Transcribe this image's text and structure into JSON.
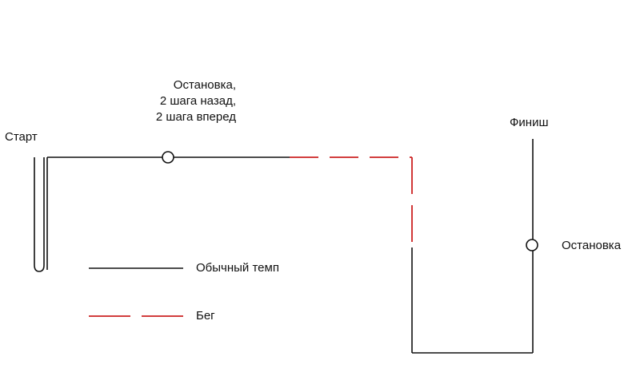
{
  "labels": {
    "start": "Старт",
    "finish": "Финиш",
    "stop_top_line1": "Остановка,",
    "stop_top_line2": "2 шага назад,",
    "stop_top_line3": "2 шага вперед",
    "stop_right": "Остановка"
  },
  "legend": {
    "normal": "Обычный темп",
    "run": "Бег"
  },
  "colors": {
    "normal_line": "#111111",
    "run_line": "#cc2222"
  }
}
